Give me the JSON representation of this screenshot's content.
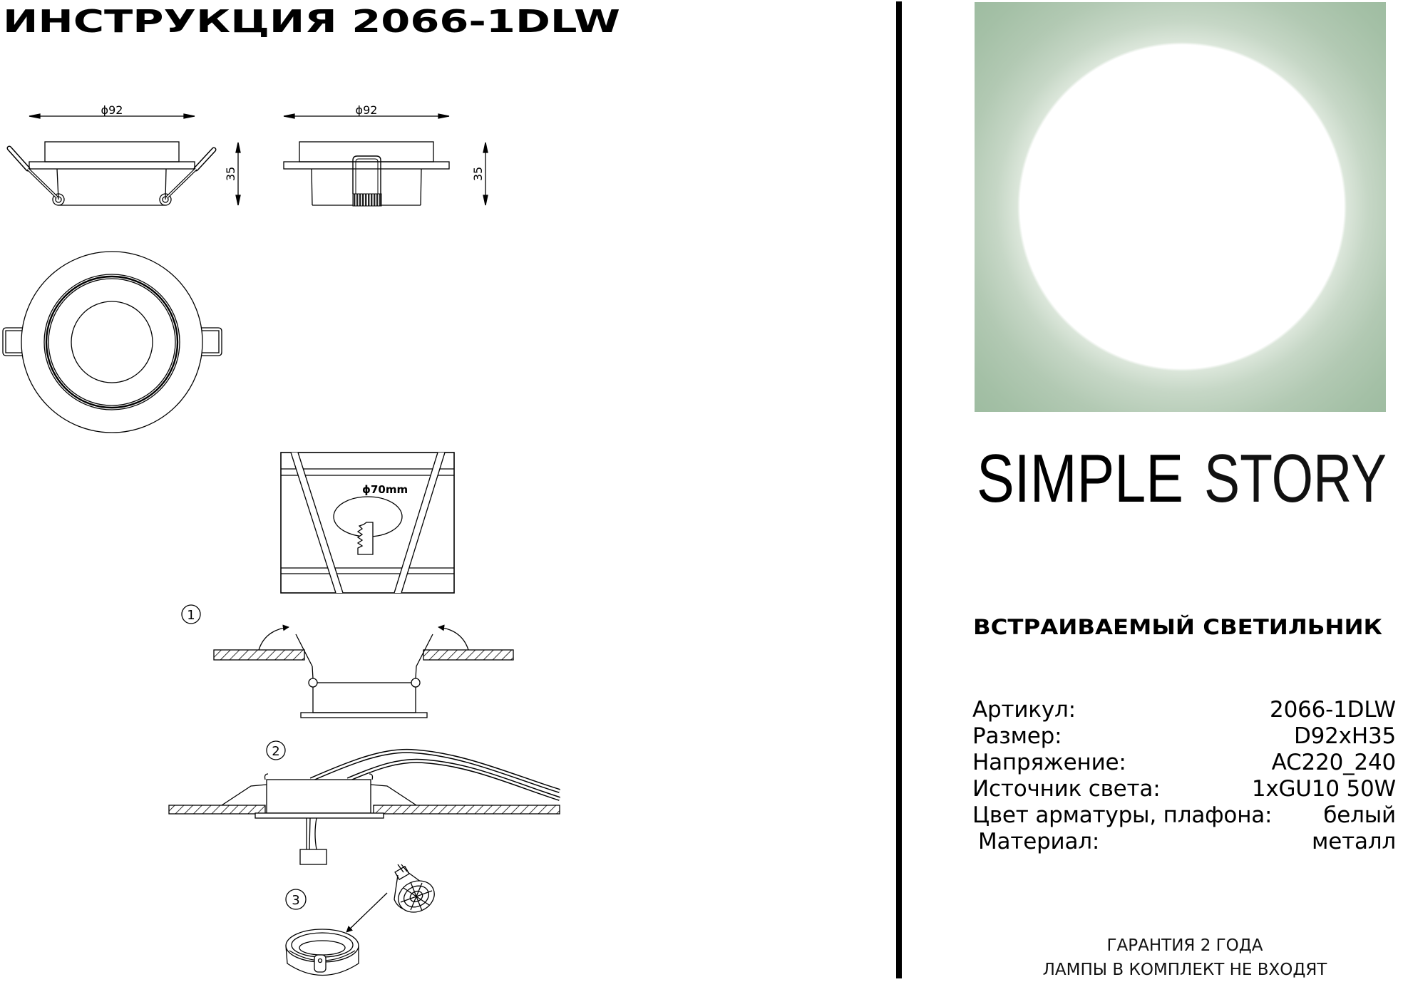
{
  "title": "ИНСТРУКЦИЯ 2066-1DLW",
  "drawings": {
    "side_view_left": {
      "diameter_label": "ϕ92",
      "height_label": "35"
    },
    "side_view_right": {
      "diameter_label": "ϕ92",
      "height_label": "35"
    },
    "cutout": {
      "hole_label": "ϕ70mm"
    },
    "steps": [
      {
        "number": "1"
      },
      {
        "number": "2"
      },
      {
        "number": "3"
      }
    ]
  },
  "brand": {
    "word1": "SIMPLE",
    "word2": "STORY"
  },
  "product_type": "ВСТРАИВАЕМЫЙ СВЕТИЛЬНИК",
  "specs": [
    {
      "label": "Артикул:",
      "value": "2066-1DLW"
    },
    {
      "label": "Размер:",
      "value": "D92xH35"
    },
    {
      "label": "Напряжение:",
      "value": "AC220_240"
    },
    {
      "label": "Источник света:",
      "value": "1xGU10 50W"
    },
    {
      "label": "Цвет арматуры, плафона:",
      "value": "белый"
    },
    {
      "label": "Материал:",
      "value": "металл"
    }
  ],
  "footer": {
    "line1": "ГАРАНТИЯ 2 ГОДА",
    "line2": "ЛАМПЫ В КОМПЛЕКТ НЕ ВХОДЯТ"
  },
  "colors": {
    "accent_green": "#9bba9e",
    "ink": "#000000",
    "background": "#ffffff"
  }
}
